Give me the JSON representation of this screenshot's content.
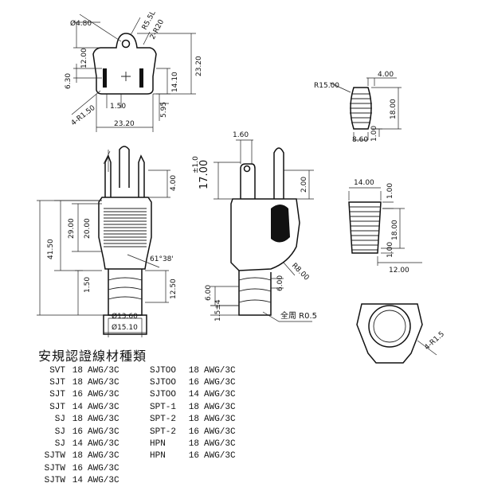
{
  "dimensions": {
    "face": {
      "hole_dia": "Ø4.80",
      "top_radius": "R5.5L",
      "side_radius": "2-R20",
      "top_height": "12.00",
      "slot_span": "6.30",
      "body_height": "14.10",
      "overall_height": "23.20",
      "corner_radius": "4-R1.50",
      "slot_width": "1.50",
      "ground_offset": "5.95",
      "overall_width": "23.20"
    },
    "front": {
      "prong_length": "4.00",
      "grip_height": "20.00",
      "upper_height": "29.00",
      "overall_height": "41.50",
      "taper_angle": "61°38'",
      "neck_height": "1.50",
      "rib_height": "12.50",
      "neck_dia": "Ø13.60",
      "base_dia": "Ø15.10"
    },
    "side": {
      "pin_hole": "1.60",
      "height": "17.00",
      "tolerance": "±1.0",
      "prong_offset": "2.00",
      "bend_radius": "R8.00",
      "strain_relief": "6.00",
      "rib_gap": "6.00",
      "base_offset": "1.5±4",
      "fillet_note": "全周 R0.5"
    },
    "gripper_top": {
      "radius": "R15.00",
      "top_width": "4.00",
      "height": "18.00",
      "foot": "1.00",
      "width": "8.60"
    },
    "gripper_side": {
      "width": "14.00",
      "top": "1.00",
      "height": "18.00",
      "bottom": "1.00",
      "depth": "12.00"
    },
    "bottom_view": {
      "corner": "4-R1.5"
    }
  },
  "spec_table": {
    "title": "安規認證線材種類",
    "left": [
      {
        "type": "SVT",
        "gauge": "18",
        "wire": "AWG/3C"
      },
      {
        "type": "SJT",
        "gauge": "18",
        "wire": "AWG/3C"
      },
      {
        "type": "SJT",
        "gauge": "16",
        "wire": "AWG/3C"
      },
      {
        "type": "SJT",
        "gauge": "14",
        "wire": "AWG/3C"
      },
      {
        "type": "SJ",
        "gauge": "18",
        "wire": "AWG/3C"
      },
      {
        "type": "SJ",
        "gauge": "16",
        "wire": "AWG/3C"
      },
      {
        "type": "SJ",
        "gauge": "14",
        "wire": "AWG/3C"
      },
      {
        "type": "SJTW",
        "gauge": "18",
        "wire": "AWG/3C"
      },
      {
        "type": "SJTW",
        "gauge": "16",
        "wire": "AWG/3C"
      },
      {
        "type": "SJTW",
        "gauge": "14",
        "wire": "AWG/3C"
      }
    ],
    "right": [
      {
        "type": "SJTOO",
        "gauge": "18",
        "wire": "AWG/3C"
      },
      {
        "type": "SJTOO",
        "gauge": "16",
        "wire": "AWG/3C"
      },
      {
        "type": "SJTOO",
        "gauge": "14",
        "wire": "AWG/3C"
      },
      {
        "type": "SPT-1",
        "gauge": "18",
        "wire": "AWG/3C"
      },
      {
        "type": "SPT-2",
        "gauge": "18",
        "wire": "AWG/3C"
      },
      {
        "type": "SPT-2",
        "gauge": "16",
        "wire": "AWG/3C"
      },
      {
        "type": "HPN",
        "gauge": "18",
        "wire": "AWG/3C"
      },
      {
        "type": "HPN",
        "gauge": "16",
        "wire": "AWG/3C"
      }
    ]
  }
}
